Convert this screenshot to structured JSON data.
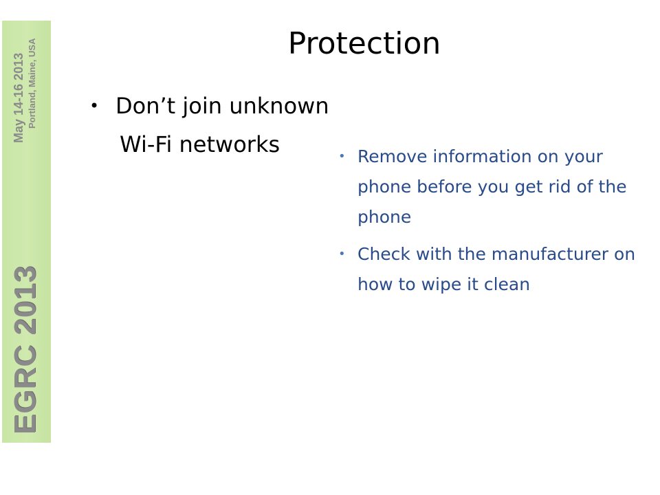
{
  "banner": {
    "title": "EGRC 2013",
    "dates": "May 14-16 2013",
    "location": "Portland, Maine, USA"
  },
  "slide": {
    "title": "Protection",
    "left_bullets": [
      {
        "line1": "Don’t join unknown",
        "line2": "Wi-Fi networks"
      }
    ],
    "right_bullets": [
      "Remove information on your phone before you get rid of the phone",
      "Check with the manufacturer on how to wipe it clean"
    ],
    "bullet_glyph": "•"
  },
  "colors": {
    "banner_bg": "#c9e6a6",
    "banner_text": "#8a8a8a",
    "title_text": "#000000",
    "left_text": "#000000",
    "right_text": "#2a4b8a",
    "right_bullet": "#4a78b8"
  }
}
